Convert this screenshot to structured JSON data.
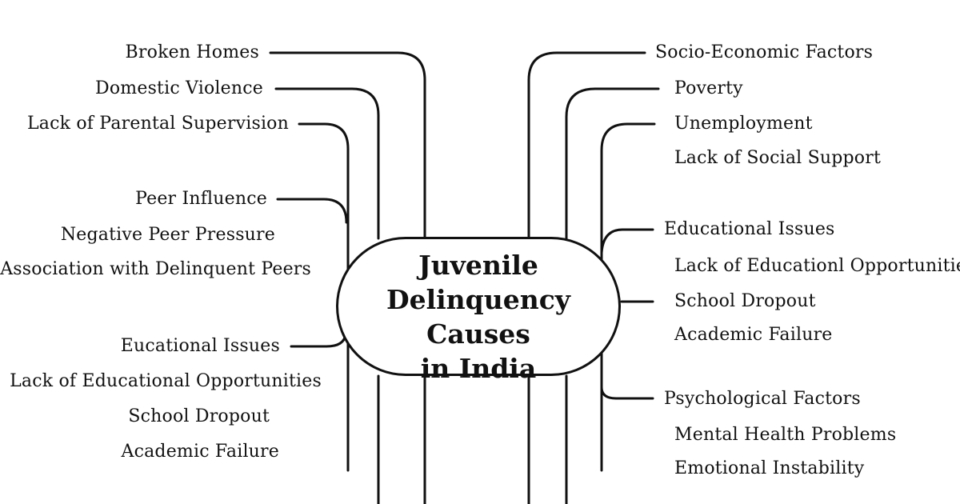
{
  "center": {
    "line1": "Juvenile",
    "line2": "Delinquency Causes",
    "line3": "in India"
  },
  "left": {
    "broken_homes": "Broken Homes",
    "domestic_violence": "Domestic Violence",
    "parental_supervision": "Lack of Parental Supervision",
    "peer_influence": "Peer Influence",
    "negative_peer": "Negative Peer Pressure",
    "association_peers": "Association with Delinquent Peers",
    "educational_issues": "Eucational Issues",
    "lack_edu_opp": "Lack of Educational Opportunities",
    "school_dropout": "School Dropout",
    "academic_failure": "Academic Failure"
  },
  "right": {
    "socio_economic": "Socio-Economic Factors",
    "poverty": "Poverty",
    "unemployment": "Unemployment",
    "social_support": "Lack of Social Support",
    "educational_issues": "Educational Issues",
    "lack_edu_opp": "Lack of Educationl Opportunities",
    "school_dropout": "School Dropout",
    "academic_failure": "Academic Failure",
    "psychological": "Psychological Factors",
    "mental_health": "Mental Health Problems",
    "emotional": "Emotional Instability"
  }
}
